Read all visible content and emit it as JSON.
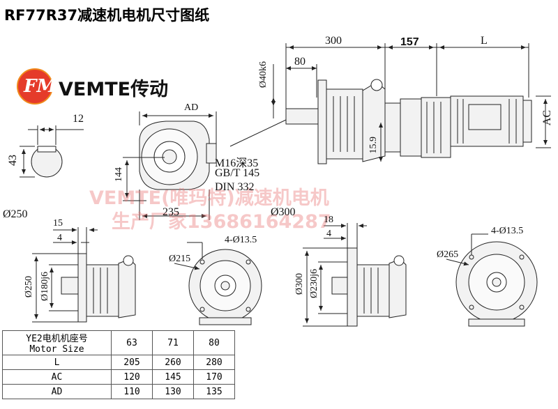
{
  "title": "RF77R37减速机电机尺寸图纸",
  "logo": {
    "badge": "FM",
    "brand": "VEMTE传动"
  },
  "watermark": {
    "line1": "VEMTE(唯玛特)减速机电机",
    "line2": "生产厂家13686164287"
  },
  "dimensions": {
    "top_300": "300",
    "top_157": "157",
    "top_L": "L",
    "top_80": "80",
    "shaft_dia": "Ø40k6",
    "key_12": "12",
    "key_43": "43",
    "AD": "AD",
    "h_144": "144",
    "w_235": "235",
    "AC": "AC",
    "h_15_9": "15.9",
    "thread_1": "M16深35",
    "thread_2": "GB/T 145",
    "thread_3": "DIN 332",
    "flange1_outer": "Ø250",
    "flange1_15": "15",
    "flange1_4": "4",
    "flange1_250": "Ø250",
    "flange1_180": "Ø180j6",
    "flange1_pcd": "Ø215",
    "flange1_holes": "4-Ø13.5",
    "flange2_outer": "Ø300",
    "flange2_18": "18",
    "flange2_4": "4",
    "flange2_300": "Ø300",
    "flange2_230": "Ø230j6",
    "flange2_pcd": "Ø265",
    "flange2_holes": "4-Ø13.5"
  },
  "table": {
    "header_cn": "YE2电机机座号",
    "header_en": "Motor Size",
    "sizes": [
      "63",
      "71",
      "80"
    ],
    "rows": [
      {
        "label": "L",
        "values": [
          "205",
          "260",
          "280"
        ]
      },
      {
        "label": "AC",
        "values": [
          "120",
          "145",
          "170"
        ]
      },
      {
        "label": "AD",
        "values": [
          "110",
          "130",
          "135"
        ]
      }
    ]
  }
}
